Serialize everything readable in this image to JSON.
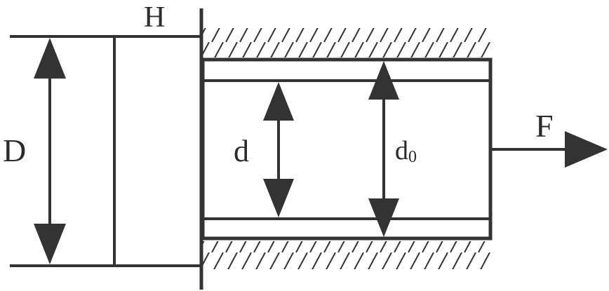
{
  "diagram": {
    "labels": {
      "outer_diameter": "D",
      "thickness": "H",
      "inner_diameter": "d",
      "initial_diameter_base": "d",
      "initial_diameter_sub": "0",
      "force": "F"
    },
    "colors": {
      "stroke": "#333333",
      "background": "#ffffff"
    }
  }
}
